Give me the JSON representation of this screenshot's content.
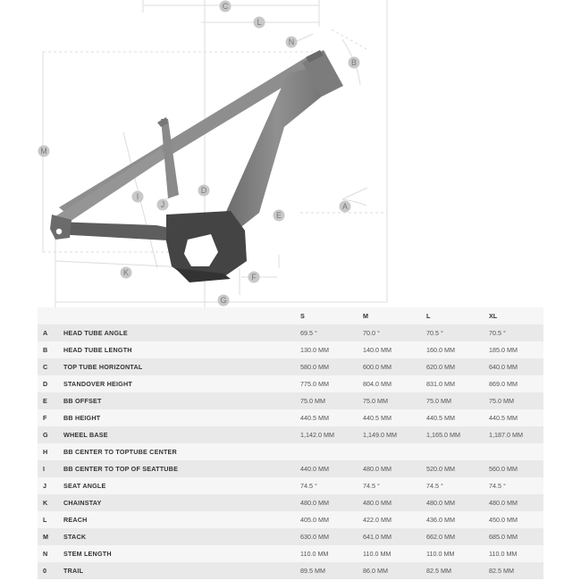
{
  "diagram": {
    "dimension_labels": {
      "A": "A",
      "B": "B",
      "C": "C",
      "D": "D",
      "E": "E",
      "F": "F",
      "G": "G",
      "I": "I",
      "J": "J",
      "K": "K",
      "L": "L",
      "M": "M",
      "N": "N"
    }
  },
  "table": {
    "sizes": [
      "S",
      "M",
      "L",
      "XL"
    ],
    "rows": [
      {
        "code": "A",
        "name": "HEAD TUBE ANGLE",
        "values": [
          "69.5 °",
          "70.0 °",
          "70.5 °",
          "70.5 °"
        ]
      },
      {
        "code": "B",
        "name": "HEAD TUBE LENGTH",
        "values": [
          "130.0 MM",
          "140.0 MM",
          "160.0 MM",
          "185.0 MM"
        ]
      },
      {
        "code": "C",
        "name": "TOP TUBE HORIZONTAL",
        "values": [
          "580.0 MM",
          "600.0 MM",
          "620.0 MM",
          "640.0 MM"
        ]
      },
      {
        "code": "D",
        "name": "STANDOVER HEIGHT",
        "values": [
          "775.0 MM",
          "804.0 MM",
          "831.0 MM",
          "869.0 MM"
        ]
      },
      {
        "code": "E",
        "name": "BB OFFSET",
        "values": [
          "75.0 MM",
          "75.0 MM",
          "75.0 MM",
          "75.0 MM"
        ]
      },
      {
        "code": "F",
        "name": "BB HEIGHT",
        "values": [
          "440.5 MM",
          "440.5 MM",
          "440.5 MM",
          "440.5 MM"
        ]
      },
      {
        "code": "G",
        "name": "WHEEL BASE",
        "values": [
          "1,142.0 MM",
          "1,149.0 MM",
          "1,165.0 MM",
          "1,187.0 MM"
        ]
      },
      {
        "code": "H",
        "name": "BB CENTER TO TOPTUBE CENTER",
        "values": [
          "",
          "",
          "",
          ""
        ]
      },
      {
        "code": "I",
        "name": "BB CENTER TO TOP OF SEATTUBE",
        "values": [
          "440.0 MM",
          "480.0 MM",
          "520.0 MM",
          "560.0 MM"
        ]
      },
      {
        "code": "J",
        "name": "SEAT ANGLE",
        "values": [
          "74.5 °",
          "74.5 °",
          "74.5 °",
          "74.5 °"
        ]
      },
      {
        "code": "K",
        "name": "CHAINSTAY",
        "values": [
          "480.0 MM",
          "480.0 MM",
          "480.0 MM",
          "480.0 MM"
        ]
      },
      {
        "code": "L",
        "name": "REACH",
        "values": [
          "405.0 MM",
          "422.0 MM",
          "436.0 MM",
          "450.0 MM"
        ]
      },
      {
        "code": "M",
        "name": "STACK",
        "values": [
          "630.0 MM",
          "641.0 MM",
          "662.0 MM",
          "685.0 MM"
        ]
      },
      {
        "code": "N",
        "name": "STEM LENGTH",
        "values": [
          "110.0 MM",
          "110.0 MM",
          "110.0 MM",
          "110.0 MM"
        ]
      },
      {
        "code": "0",
        "name": "TRAIL",
        "values": [
          "89.5 MM",
          "86.0 MM",
          "82.5 MM",
          "82.5 MM"
        ]
      }
    ]
  }
}
